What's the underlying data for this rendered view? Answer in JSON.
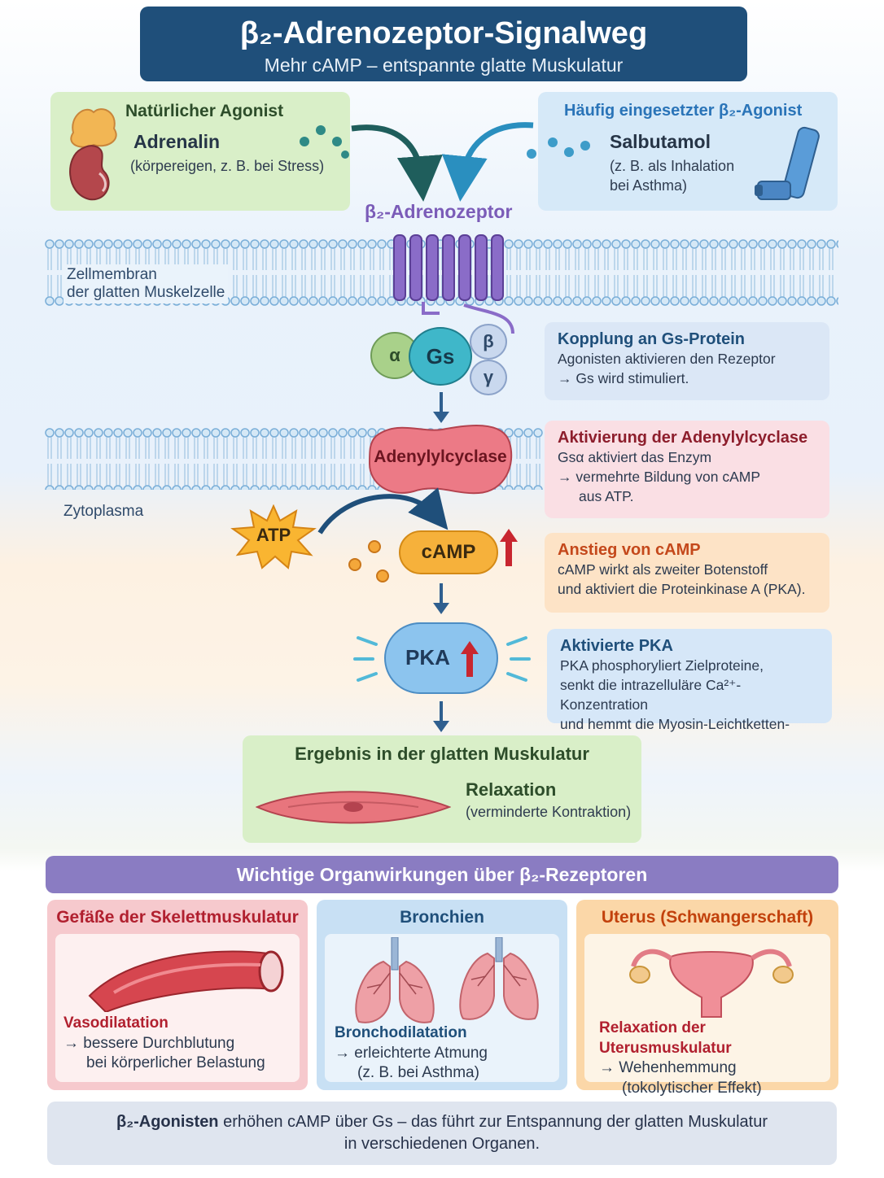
{
  "header": {
    "title": "β₂-Adrenozeptor-Signalweg",
    "subtitle": "Mehr cAMP – entspannte glatte Muskulatur"
  },
  "agonist_natural": {
    "heading": "Natürlicher Agonist",
    "name": "Adrenalin",
    "note": "(körpereigen, z. B. bei Stress)"
  },
  "agonist_drug": {
    "heading": "Häufig eingesetzter β₂-Agonist",
    "name": "Salbutamol",
    "note_line1": "(z. B. als Inhalation",
    "note_line2": "bei Asthma)"
  },
  "receptor": {
    "label": "β₂-Adrenozeptor"
  },
  "membrane": {
    "label_line1": "Zellmembran",
    "label_line2": "der glatten Muskelzelle",
    "cytoplasm_label": "Zytoplasma"
  },
  "gprotein": {
    "alpha": "α",
    "gs": "Gs",
    "beta": "β",
    "gamma": "γ"
  },
  "enzyme": {
    "label": "Adenylylcyclase"
  },
  "atp": {
    "label": "ATP"
  },
  "camp": {
    "label": "cAMP"
  },
  "pka": {
    "label": "PKA"
  },
  "steps": {
    "coupling": {
      "title": "Kopplung an Gs-Protein",
      "line1": "Agonisten aktivieren den Rezeptor",
      "line2": "→ Gs wird stimuliert."
    },
    "adenylyl": {
      "title": "Aktivierung der Adenylylcyclase",
      "line1": "Gsα aktiviert das Enzym",
      "line2": "→ vermehrte Bildung von cAMP",
      "line3": "aus ATP."
    },
    "camp": {
      "title": "Anstieg von cAMP",
      "line1": "cAMP wirkt als zweiter Botenstoff",
      "line2": "und aktiviert die Proteinkinase A (PKA)."
    },
    "pka": {
      "title": "Aktivierte PKA",
      "line1": "PKA phosphoryliert Zielproteine,",
      "line2": "senkt die intrazelluläre Ca²⁺-Konzentration",
      "line3": "und hemmt die Myosin-Leichtketten-Kinase."
    }
  },
  "result": {
    "title": "Ergebnis in der glatten Muskulatur",
    "effect": "Relaxation",
    "note": "(verminderte Kontraktion)"
  },
  "organs": {
    "banner": "Wichtige Organwirkungen über β₂-Rezeptoren",
    "vessels": {
      "title": "Gefäße der Skelettmuskulatur",
      "effect": "Vasodilatation",
      "line1": "→ bessere Durchblutung",
      "line2": "bei körperlicher Belastung"
    },
    "bronchi": {
      "title": "Bronchien",
      "effect": "Bronchodilatation",
      "line1": "→ erleichterte Atmung",
      "line2": "(z. B. bei Asthma)"
    },
    "uterus": {
      "title": "Uterus (Schwangerschaft)",
      "effect": "Relaxation der Uterusmuskulatur",
      "line1": "→ Wehenhemmung",
      "line2": "(tokolytischer Effekt)"
    }
  },
  "summary": {
    "bold": "β₂-Agonisten",
    "rest": "erhöhen cAMP über Gs – das führt zur Entspannung der glatten Muskulatur",
    "line2": "in verschiedenen Organen."
  },
  "colors": {
    "title_bg": "#1f4f7a",
    "receptor": "#7b5cb8",
    "gs": "#3fb7c9",
    "enzyme": "#e86d7a",
    "camp": "#f6b13b",
    "pka": "#8cc4ee",
    "arrow_up": "#c8262f",
    "organ_banner": "#8a7cc2"
  },
  "icons": [
    "adrenal-gland-icon",
    "inhaler-icon",
    "muscle-cell-icon",
    "blood-vessel-icon",
    "lungs-icon",
    "uterus-icon"
  ]
}
